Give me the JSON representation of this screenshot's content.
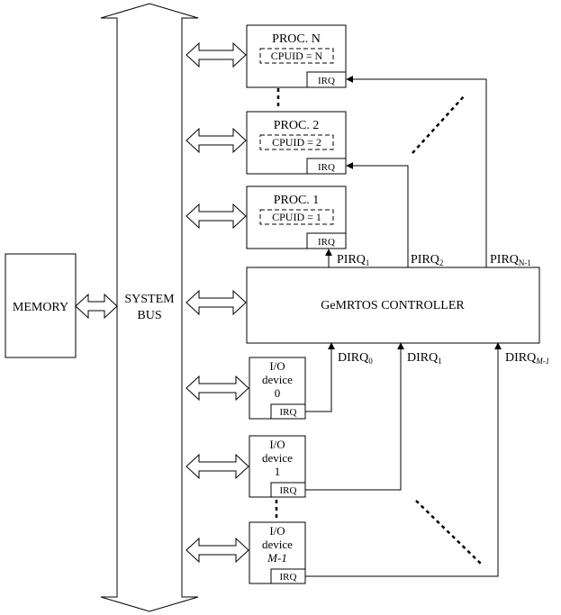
{
  "memory": {
    "label": "MEMORY"
  },
  "bus": {
    "line1": "SYSTEM",
    "line2": "BUS"
  },
  "controller": {
    "label": "GeMRTOS CONTROLLER"
  },
  "processors": [
    {
      "title": "PROC. N",
      "cpuid": "CPUID = N",
      "irq": "IRQ"
    },
    {
      "title": "PROC. 2",
      "cpuid": "CPUID = 2",
      "irq": "IRQ"
    },
    {
      "title": "PROC. 1",
      "cpuid": "CPUID = 1",
      "irq": "IRQ"
    }
  ],
  "io_devices": [
    {
      "line1": "I/O",
      "line2": "device",
      "line3": "0",
      "irq": "IRQ"
    },
    {
      "line1": "I/O",
      "line2": "device",
      "line3": "1",
      "irq": "IRQ"
    },
    {
      "line1": "I/O",
      "line2": "device",
      "line3": "M-1",
      "irq": "IRQ"
    }
  ],
  "signals": {
    "pirq1": {
      "base": "PIRQ",
      "sub": "1"
    },
    "pirq2": {
      "base": "PIRQ",
      "sub": "2"
    },
    "pirqn": {
      "base": "PIRQ",
      "sub": "N-1"
    },
    "dirq0": {
      "base": "DIRQ",
      "sub": "0"
    },
    "dirq1": {
      "base": "DIRQ",
      "sub": "1"
    },
    "dirqm": {
      "base": "DIRQ",
      "sub": "M-1"
    }
  }
}
